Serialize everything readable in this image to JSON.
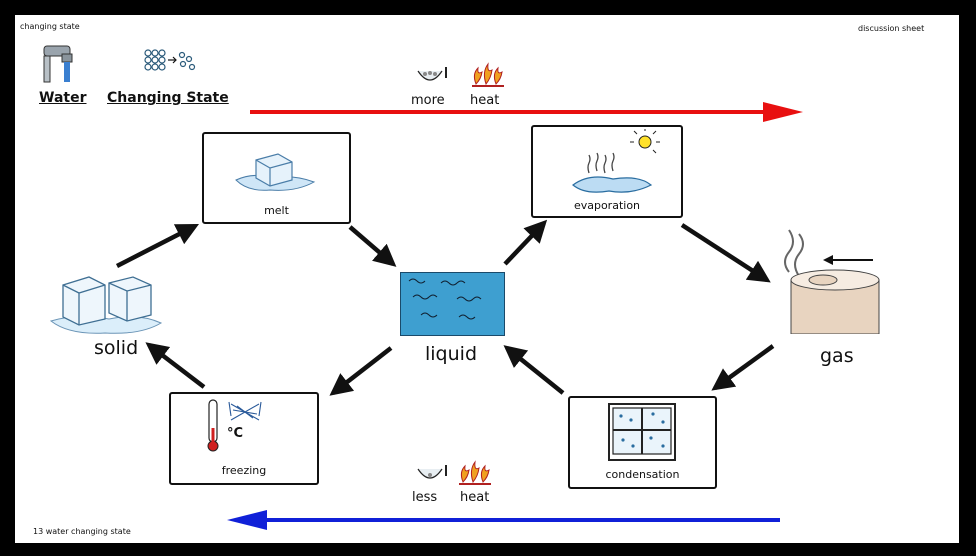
{
  "header": {
    "left_note": "changing state",
    "right_note": "discussion sheet",
    "links": [
      "Water",
      "Changing State"
    ]
  },
  "top_arrow": {
    "words": [
      "more",
      "heat"
    ],
    "color": "#e81010"
  },
  "bottom_arrow": {
    "words": [
      "less",
      "heat"
    ],
    "color": "#1020d8"
  },
  "states": {
    "solid": "solid",
    "liquid": "liquid",
    "gas": "gas"
  },
  "processes": {
    "melt": "melt",
    "evaporation": "evaporation",
    "freezing": "freezing",
    "condensation": "condensation"
  },
  "thermo_unit": "°C",
  "footer": "13  water changing state",
  "icons": [
    "tap-icon",
    "particles-icon",
    "heat-flames-icon",
    "ice-cube-icon",
    "sun-icon",
    "thermometer-icon",
    "window-icon",
    "steam-icon"
  ]
}
